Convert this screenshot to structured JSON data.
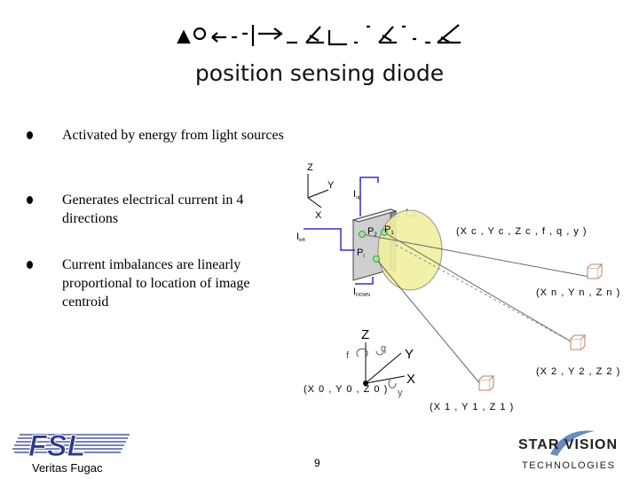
{
  "slide": {
    "title": "position sensing diode",
    "page_number": "9",
    "bullets": [
      "Activated by energy from light sources",
      "Generates electrical current in 4 directions",
      "Current imbalances are linearly proportional to location of image centroid"
    ]
  },
  "diagram": {
    "z_axis": "Z",
    "y_axis": "Y",
    "x_axis": "X",
    "i_up": "I",
    "i_up_sub": "up",
    "i_right": "I",
    "i_right_sub": "right",
    "i_left": "I",
    "i_left_sub": "left",
    "i_down": "I",
    "i_down_sub": "DOWN",
    "p2": "P",
    "p2_sub": "2",
    "p1": "P",
    "p1_sub": "1",
    "p_other": "P",
    "p_other_sub": "i",
    "camera_pose": "(X c , Y c , Z c , f , q , y )",
    "point_n": "(X n , Y n , Z n )",
    "point_2": "(X 2 , Y 2 , Z 2 )",
    "point_1": "(X 1 , Y 1 , Z 1 )",
    "origin": "(X 0 , Y 0 , Z 0 )",
    "frame_z": "Z",
    "frame_y": "Y",
    "frame_x": "X",
    "rot_f": "f",
    "rot_q": "q",
    "rot_y": "y"
  },
  "logos": {
    "fsl_letters": "FSL",
    "fsl_tagline": "Veritas Fugac",
    "star_top": "STAR VISION",
    "star_bottom": "TECHNOLOGIES"
  },
  "colors": {
    "axis_blue": "#3030c0",
    "green_point": "#40a040",
    "lens_yellow": "#f0f0a0",
    "logo_blue": "#2a3a8a"
  }
}
